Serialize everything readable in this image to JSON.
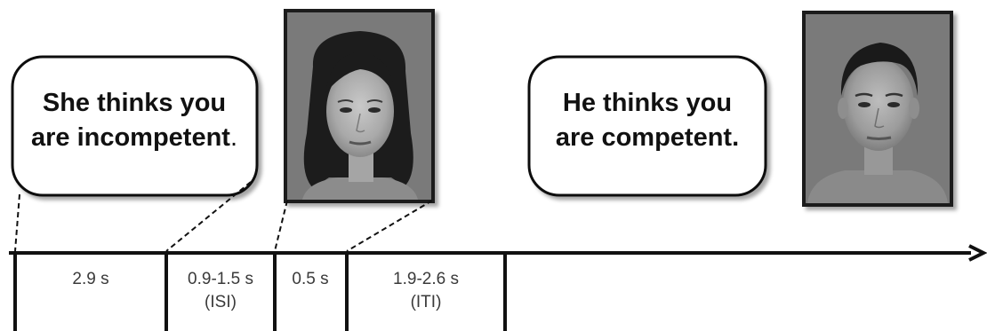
{
  "trial_1": {
    "statement_line1": "She thinks you",
    "statement_line2": "are incompetent",
    "statement_period": ".",
    "face": "female-face-photo"
  },
  "trial_2": {
    "statement_line1": "He thinks you",
    "statement_line2": "are competent.",
    "face": "male-face-photo"
  },
  "timeline": {
    "segments": [
      {
        "line1": "2.9 s",
        "line2": ""
      },
      {
        "line1": "0.9-1.5 s",
        "line2": "(ISI)"
      },
      {
        "line1": "0.5 s",
        "line2": ""
      },
      {
        "line1": "1.9-2.6 s",
        "line2": "(ITI)"
      }
    ]
  },
  "colors": {
    "line": "#111111",
    "photo_background": "#7a7a7a",
    "photo_border": "#1a1a1a"
  }
}
